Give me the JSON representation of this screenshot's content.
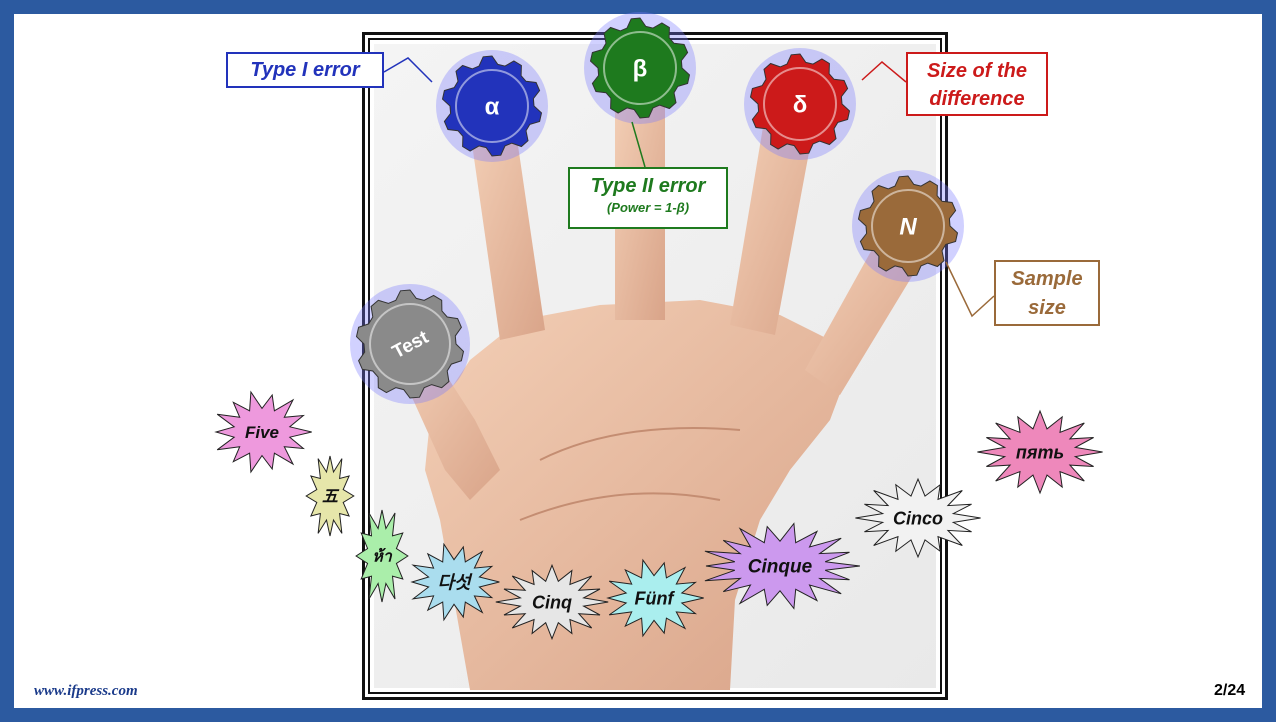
{
  "labels": {
    "type1": "Type I error",
    "type2_title": "Type II error",
    "type2_sub": "(Power = 1-β)",
    "size_line1": "Size of the",
    "size_line2": "difference",
    "sample_line1": "Sample",
    "sample_line2": "size"
  },
  "gears": {
    "alpha": {
      "symbol": "α",
      "color": "#2233bb"
    },
    "beta": {
      "symbol": "β",
      "color": "#1e7a1e"
    },
    "delta": {
      "symbol": "δ",
      "color": "#cc1a1a"
    },
    "n": {
      "symbol": "N",
      "color": "#9a6a3a"
    },
    "test": {
      "symbol": "Test",
      "color": "#8a8a8a"
    }
  },
  "bursts": [
    {
      "key": "five",
      "text": "Five",
      "color": "#ee99dd"
    },
    {
      "key": "chinese",
      "text": "五",
      "color": "#e6e6aa"
    },
    {
      "key": "thai",
      "text": "ห้า",
      "color": "#aaeeaa"
    },
    {
      "key": "korean",
      "text": "다섯",
      "color": "#aaddee"
    },
    {
      "key": "cinq",
      "text": "Cinq",
      "color": "#e6e6e6"
    },
    {
      "key": "funf",
      "text": "Fünf",
      "color": "#aaeeee"
    },
    {
      "key": "cinque",
      "text": "Cinque",
      "color": "#cc99ee"
    },
    {
      "key": "cinco",
      "text": "Cinco",
      "color": "#f2f2f2"
    },
    {
      "key": "pyat",
      "text": "пять",
      "color": "#ee88bb"
    }
  ],
  "footer": {
    "url": "www.ifpress.com",
    "page": "2/24"
  }
}
